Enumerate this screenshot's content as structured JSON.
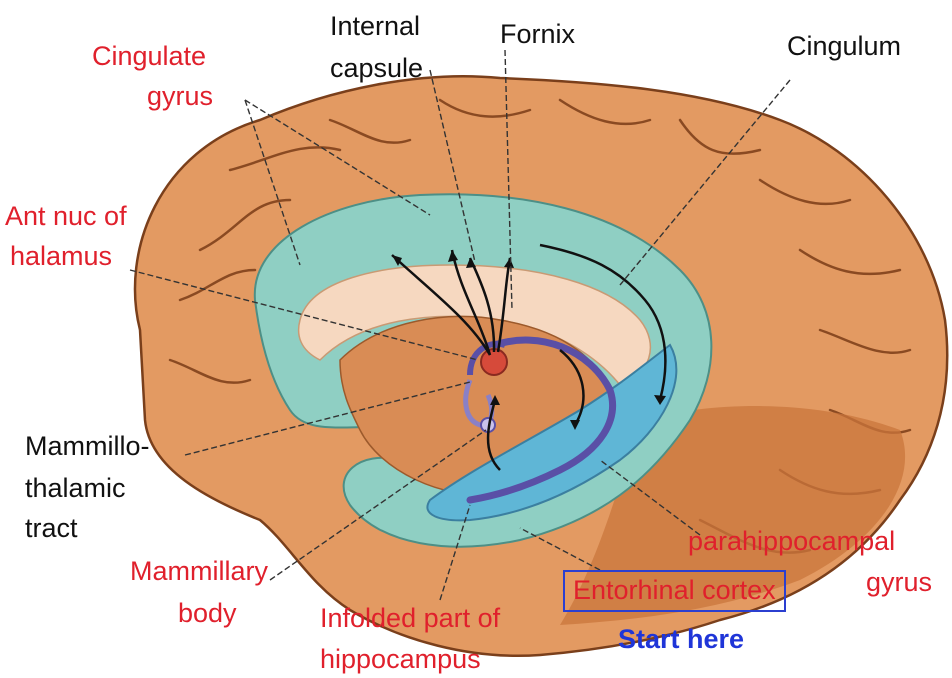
{
  "labels": {
    "cingulate_gyrus": [
      "Cingulate",
      "gyrus"
    ],
    "internal_capsule": [
      "Internal",
      "capsule"
    ],
    "fornix": "Fornix",
    "cingulum": "Cingulum",
    "ant_nuc_thalamus": [
      "Ant nuc of",
      "halamus"
    ],
    "mammillothalamic_tract": [
      "Mammillo-",
      "thalamic",
      "tract"
    ],
    "mammillary_body": [
      "Mammillary",
      "body"
    ],
    "infolded_hippocampus": [
      "Infolded part of",
      "hippocampus"
    ],
    "entorhinal_cortex": "Entorhinal cortex",
    "start_here": "Start here",
    "parahippocampal_gyrus": [
      "parahippocampal",
      "gyrus"
    ]
  },
  "colors": {
    "cortex": "#e39a62",
    "cortex_shadow": "#c9753c",
    "limbic_ring": "#8fcfc3",
    "hippocampus": "#5fb6d6",
    "corpus_callosum": "#f6d8c0",
    "fornix": "#5a4fa6",
    "anterior_nucleus": "#d64a3a",
    "red_label": "#e0202c",
    "blue_label": "#1f35d8"
  }
}
